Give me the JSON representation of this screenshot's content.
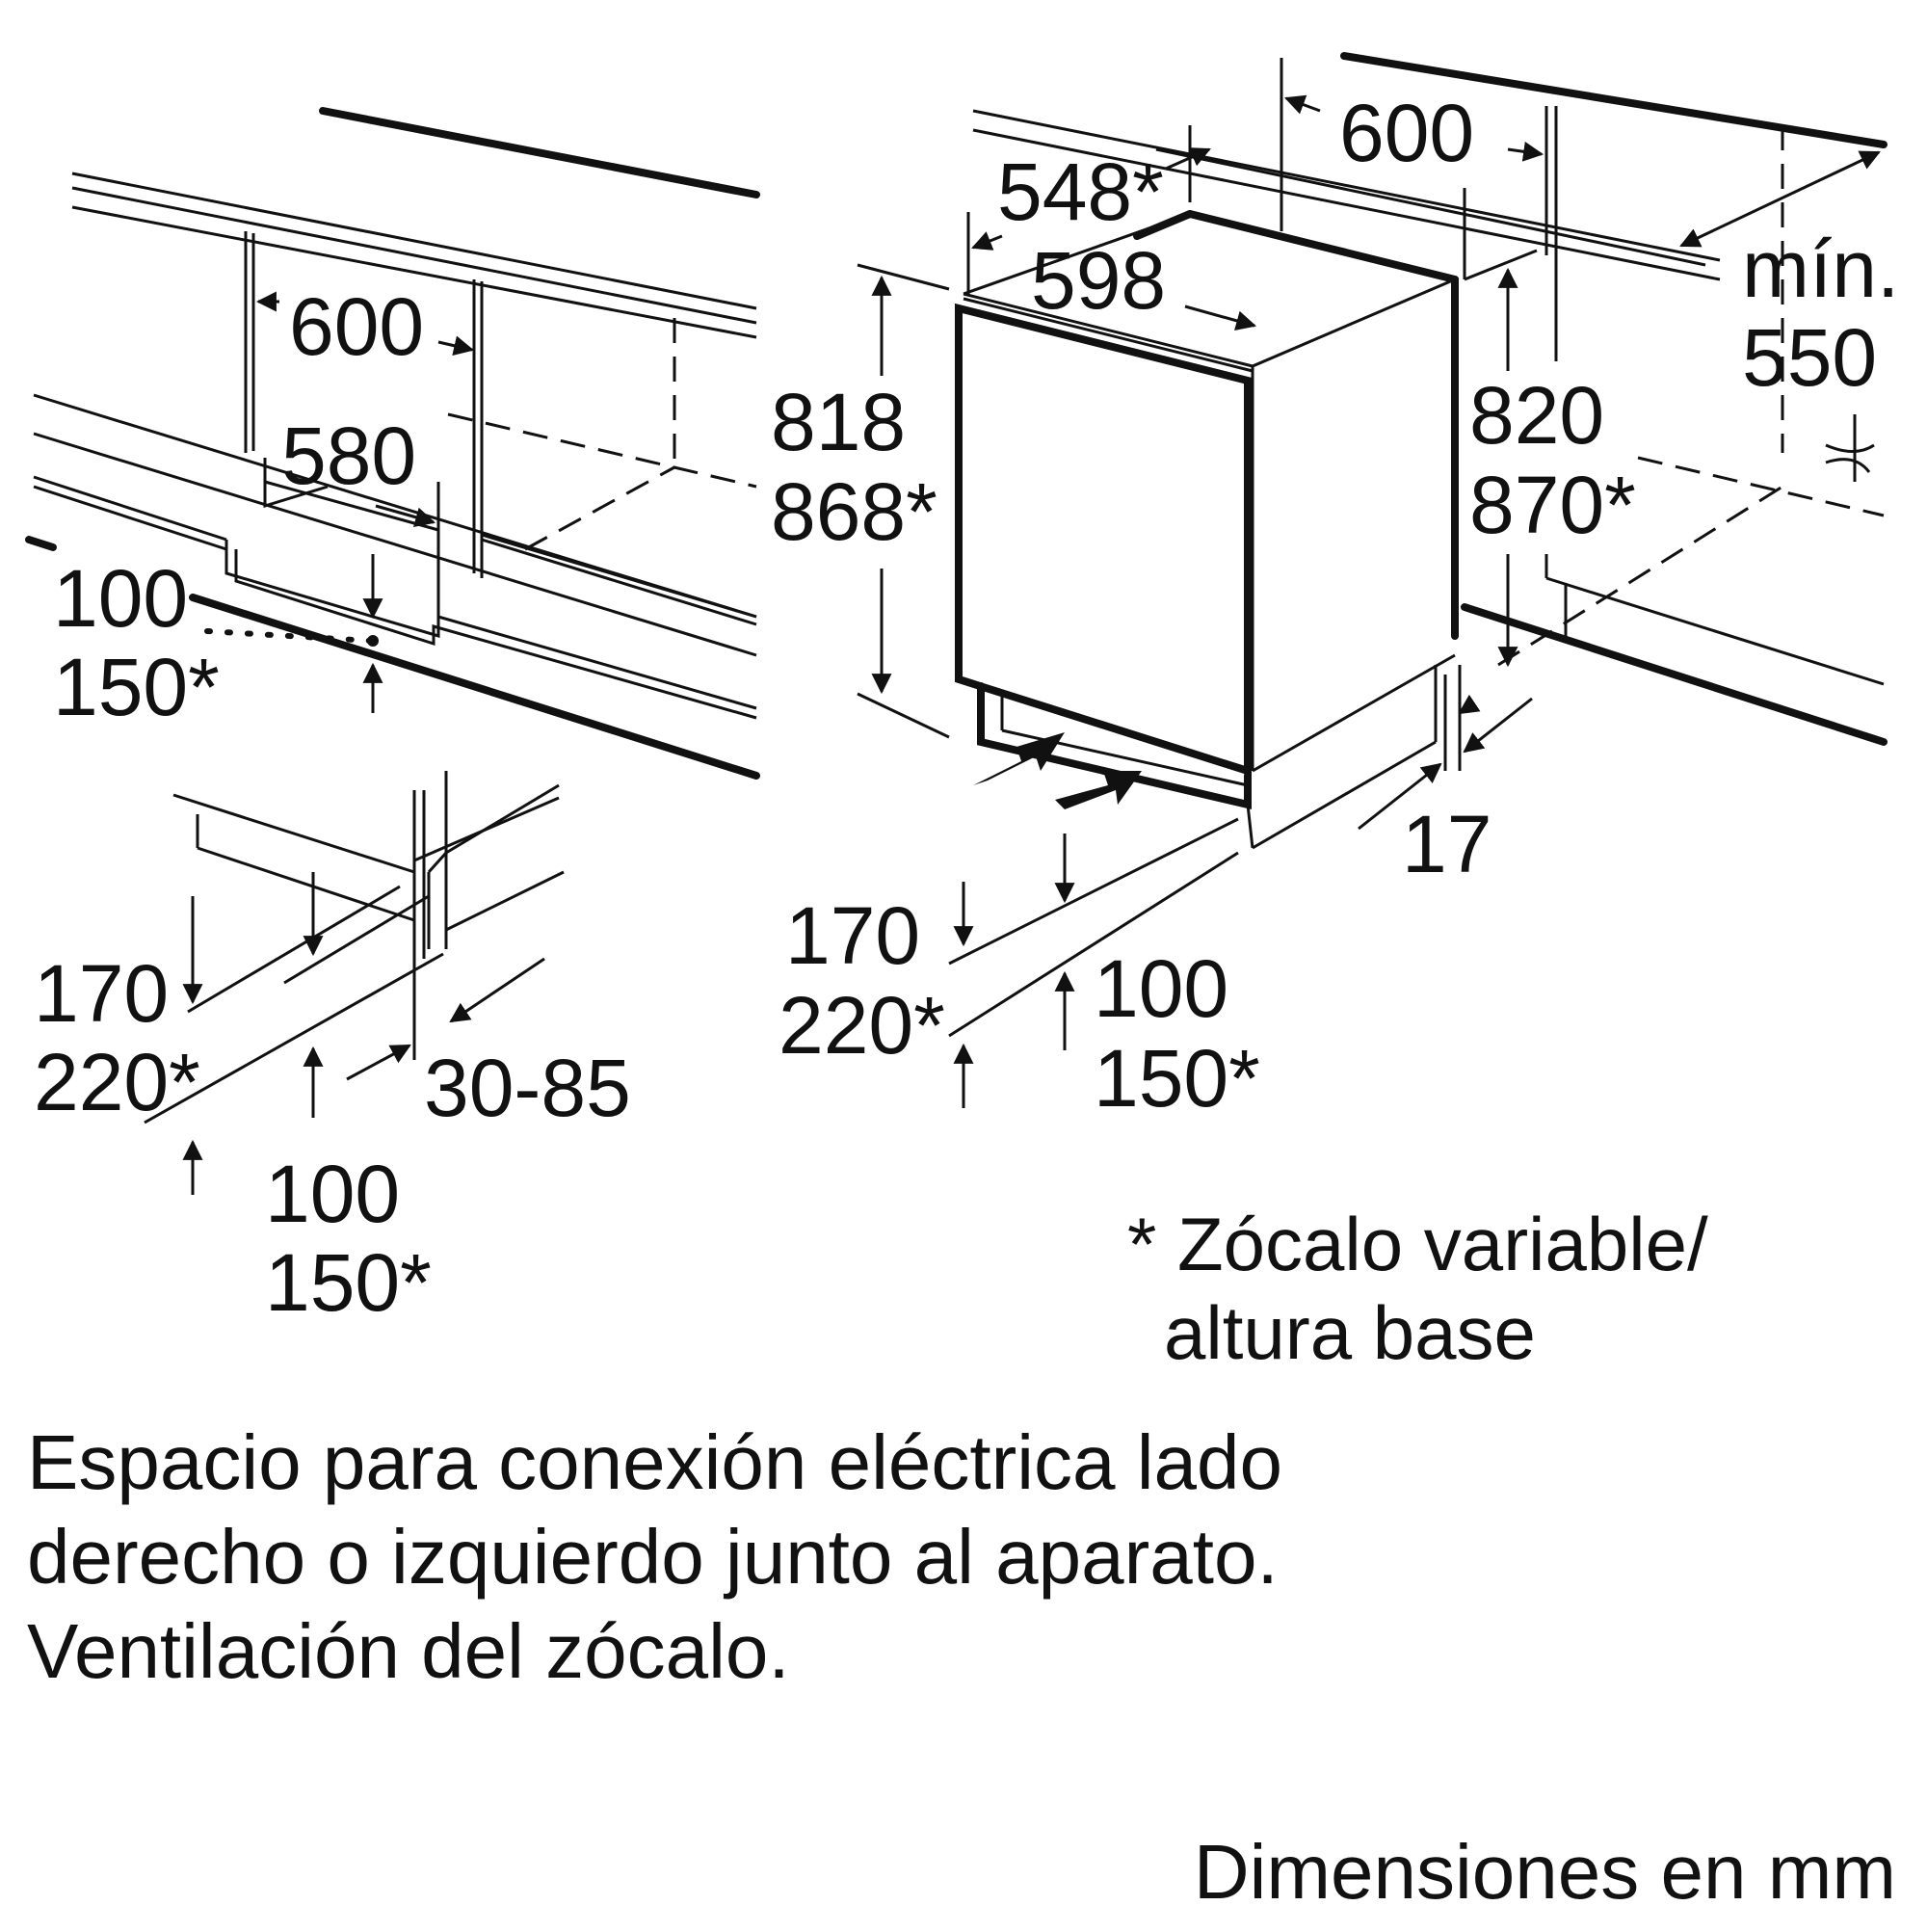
{
  "left_view": {
    "width_600": "600",
    "depth_580": "580",
    "plinth_gap_1": "100",
    "plinth_gap_2": "150*"
  },
  "plinth_detail": {
    "height_1": "170",
    "height_2": "220*",
    "recess": "30-85",
    "depth_1": "100",
    "depth_2": "150*"
  },
  "right_view": {
    "niche_width": "600",
    "depth_548": "548*",
    "width_598": "598",
    "height_1": "818",
    "height_2": "868*",
    "niche_height_1": "820",
    "niche_height_2": "870*",
    "min_label": "mín.",
    "min_depth": "550",
    "side_gap": "17",
    "plinth_h1": "170",
    "plinth_h2": "220*",
    "plinth_d1": "100",
    "plinth_d2": "150*"
  },
  "footnote": {
    "line1": "* Zócalo variable/",
    "line2": "altura base"
  },
  "description": {
    "line1": "Espacio para conexión eléctrica lado",
    "line2": "derecho o izquierdo junto al aparato.",
    "line3": "Ventilación del zócalo."
  },
  "units_label": "Dimensiones en mm"
}
